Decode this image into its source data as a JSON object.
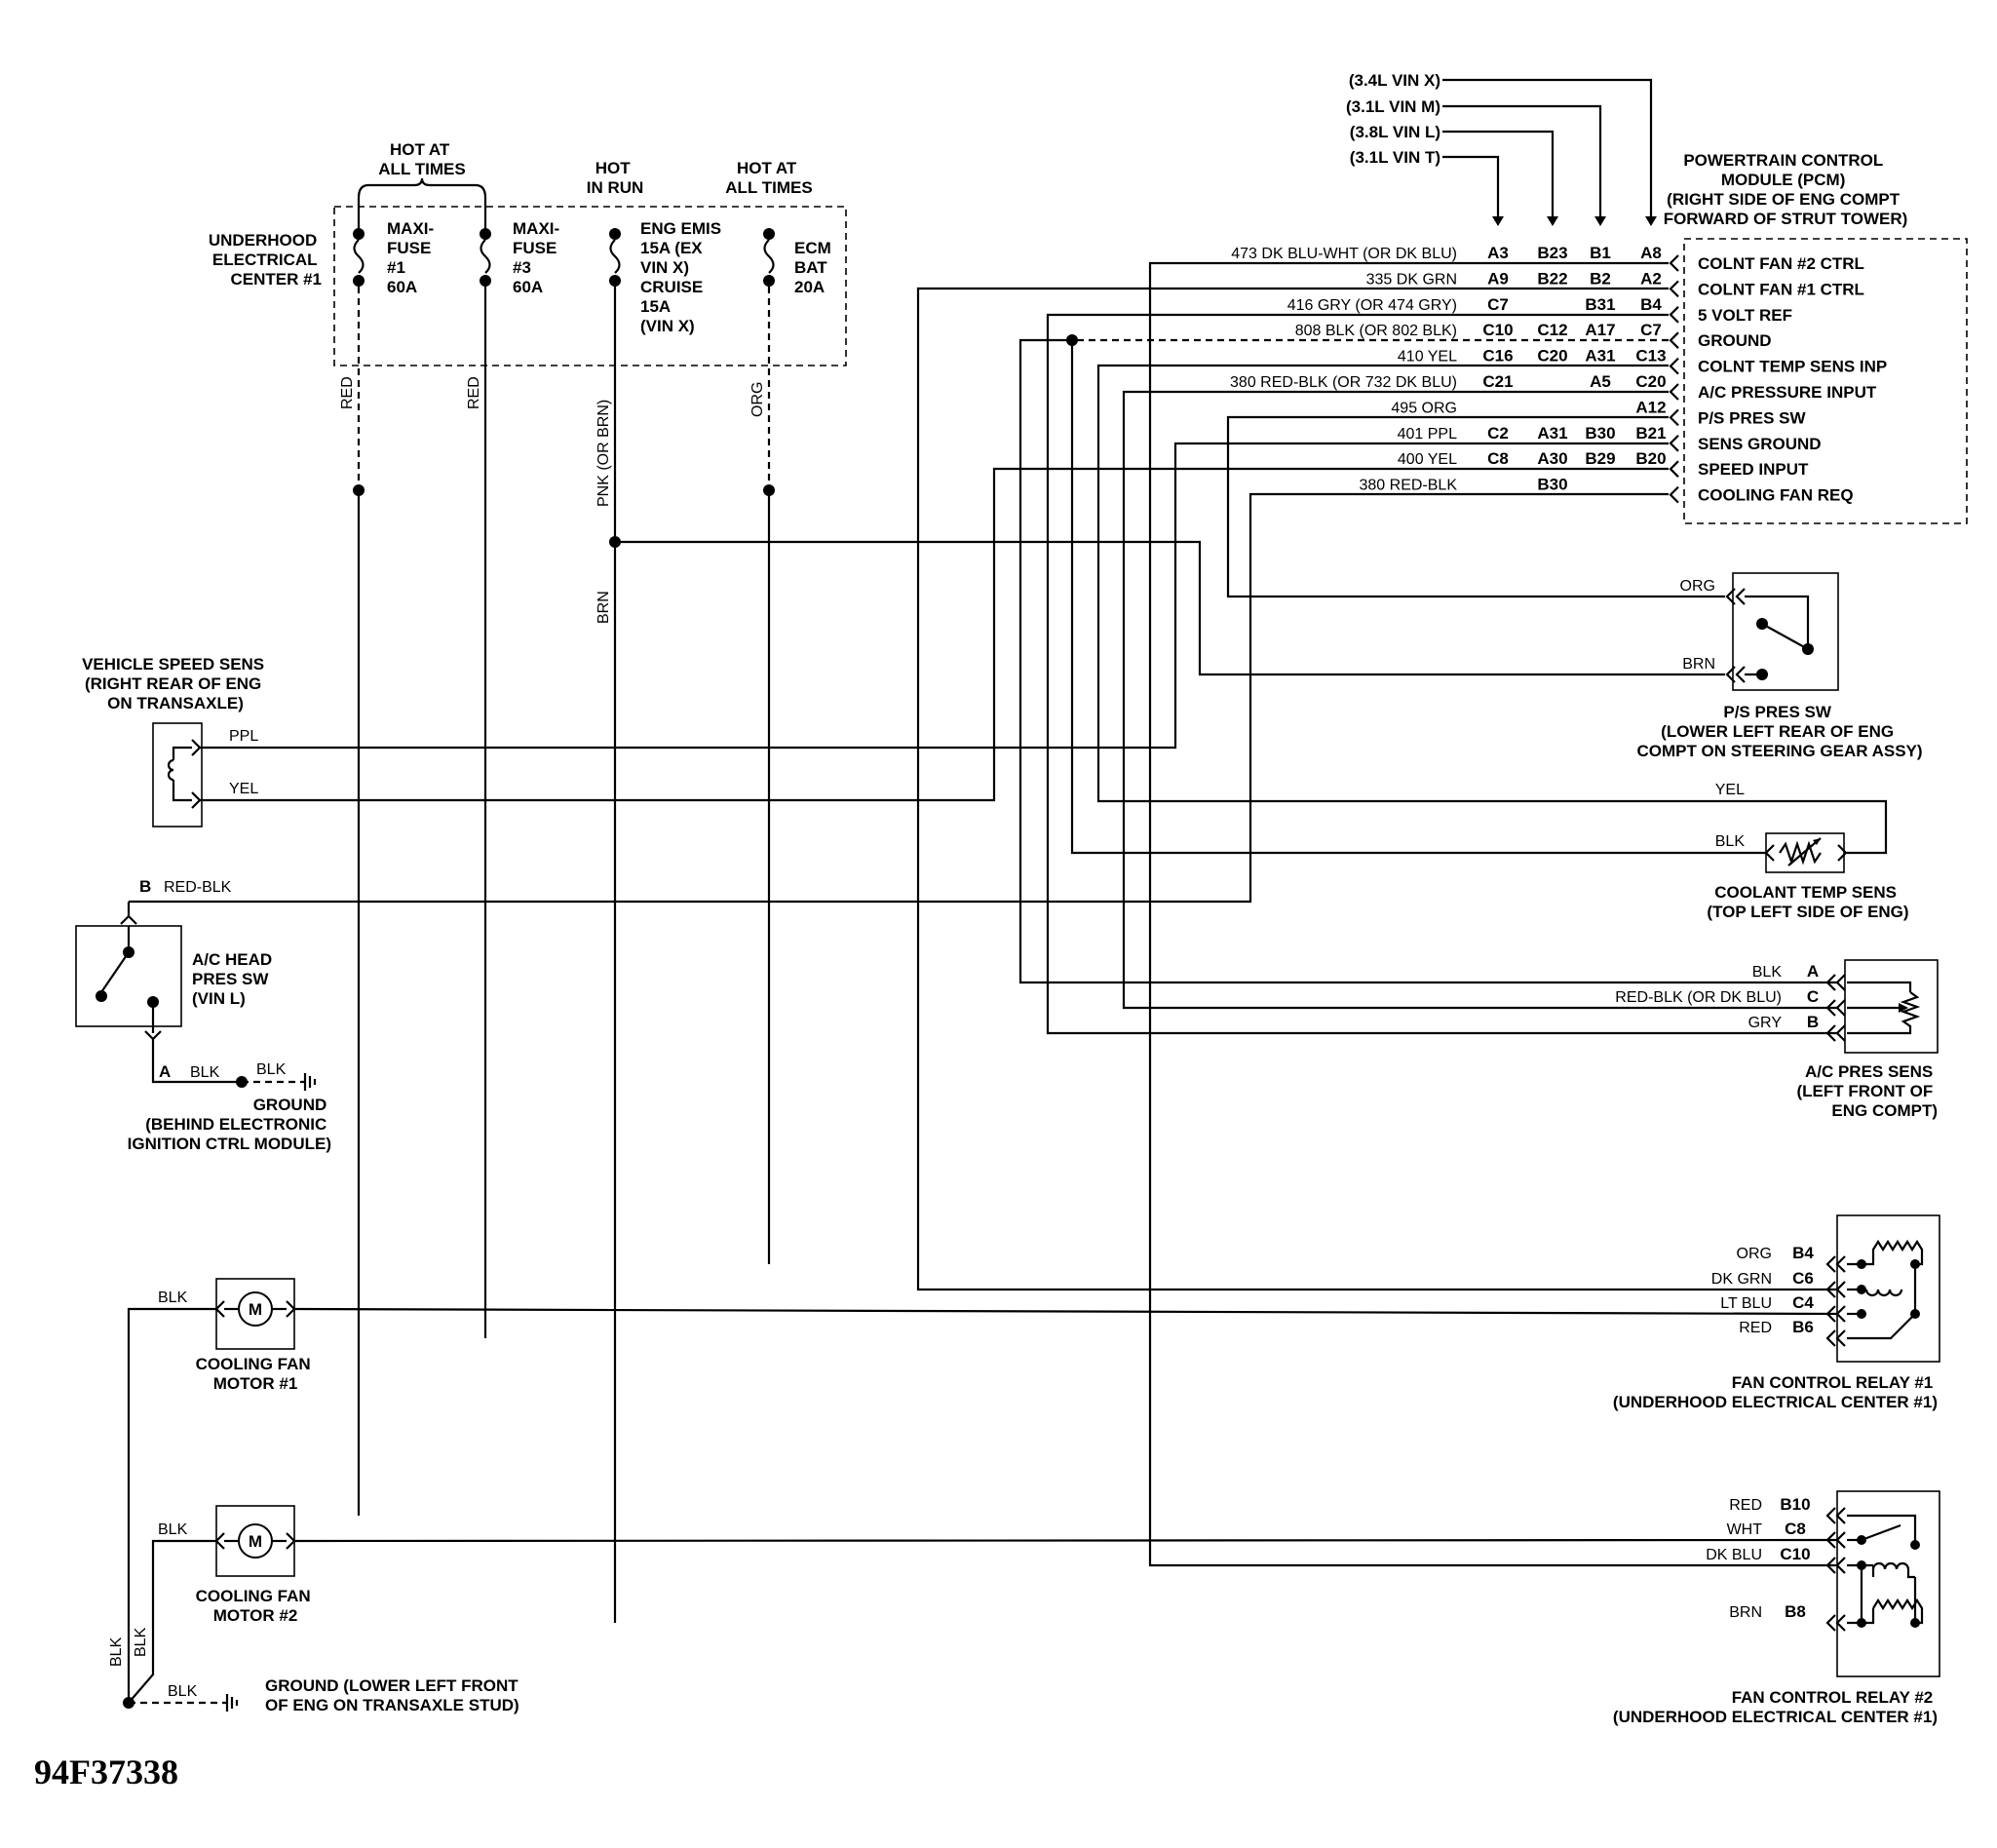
{
  "figure_code": "94F37338",
  "underhood": {
    "title": [
      "UNDERHOOD",
      "ELECTRICAL",
      "CENTER #1"
    ],
    "hot_all_times_1": [
      "HOT AT",
      "ALL TIMES"
    ],
    "hot_in_run": [
      "HOT",
      "IN RUN"
    ],
    "hot_all_times_2": [
      "HOT AT",
      "ALL TIMES"
    ],
    "fuse1": [
      "MAXI-",
      "FUSE",
      "#1",
      "60A"
    ],
    "fuse3": [
      "MAXI-",
      "FUSE",
      "#3",
      "60A"
    ],
    "fuse_emis": [
      "ENG EMIS",
      "15A (EX",
      "VIN X)",
      "CRUISE",
      "15A",
      "(VIN X)"
    ],
    "fuse_ecm": [
      "ECM",
      "BAT",
      "20A"
    ]
  },
  "vertical_wires": {
    "red1": "RED",
    "red2": "RED",
    "pnk": "PNK (OR BRN)",
    "org": "ORG",
    "brn": "BRN"
  },
  "vin_labels": [
    "(3.4L VIN X)",
    "(3.1L VIN M)",
    "(3.8L VIN L)",
    "(3.1L VIN T)"
  ],
  "pcm": {
    "title": [
      "POWERTRAIN CONTROL",
      "MODULE (PCM)",
      "(RIGHT SIDE OF ENG COMPT",
      "FORWARD OF STRUT TOWER)"
    ],
    "rows": [
      {
        "wire": "473 DK BLU-WHT (OR DK BLU)",
        "p1": "A3",
        "p2": "B23",
        "p3": "B1",
        "p4": "A8",
        "func": "COLNT FAN #2 CTRL"
      },
      {
        "wire": "335 DK GRN",
        "p1": "A9",
        "p2": "B22",
        "p3": "B2",
        "p4": "A2",
        "func": "COLNT FAN #1 CTRL"
      },
      {
        "wire": "416 GRY (OR 474 GRY)",
        "p1": "C7",
        "p2": "",
        "p3": "B31",
        "p4": "B4",
        "func": "5 VOLT REF"
      },
      {
        "wire": "808 BLK (OR 802 BLK)",
        "p1": "C10",
        "p2": "C12",
        "p3": "A17",
        "p4": "C7",
        "func": "GROUND"
      },
      {
        "wire": "410 YEL",
        "p1": "C16",
        "p2": "C20",
        "p3": "A31",
        "p4": "C13",
        "func": "COLNT TEMP SENS INP"
      },
      {
        "wire": "380 RED-BLK (OR 732 DK BLU)",
        "p1": "C21",
        "p2": "",
        "p3": "A5",
        "p4": "C20",
        "func": "A/C PRESSURE INPUT"
      },
      {
        "wire": "495 ORG",
        "p1": "",
        "p2": "",
        "p3": "",
        "p4": "A12",
        "func": "P/S PRES SW"
      },
      {
        "wire": "401 PPL",
        "p1": "C2",
        "p2": "A31",
        "p3": "B30",
        "p4": "B21",
        "func": "SENS GROUND"
      },
      {
        "wire": "400 YEL",
        "p1": "C8",
        "p2": "A30",
        "p3": "B29",
        "p4": "B20",
        "func": "SPEED INPUT"
      },
      {
        "wire": "380 RED-BLK",
        "p1": "",
        "p2": "B30",
        "p3": "",
        "p4": "",
        "func": "COOLING FAN REQ"
      }
    ]
  },
  "vss": {
    "title": [
      "VEHICLE SPEED SENS",
      "(RIGHT REAR OF ENG",
      "ON TRANSAXLE)"
    ],
    "w1": "PPL",
    "w2": "YEL"
  },
  "acsw": {
    "title": [
      "A/C HEAD",
      "PRES SW",
      "(VIN L)"
    ],
    "top_pin": "B",
    "top_wire": "RED-BLK",
    "bot_pin": "A",
    "bot_wire1": "BLK",
    "bot_wire2": "BLK"
  },
  "ground1": [
    "GROUND",
    "(BEHIND ELECTRONIC",
    "IGNITION CTRL MODULE)"
  ],
  "ps_sw": {
    "title": [
      "P/S PRES SW",
      "(LOWER LEFT REAR OF ENG",
      "COMPT ON STEERING GEAR ASSY)"
    ],
    "w1": "ORG",
    "w2": "BRN"
  },
  "cts": {
    "title": [
      "COOLANT TEMP SENS",
      "(TOP LEFT SIDE OF ENG)"
    ],
    "w1": "YEL",
    "w2": "BLK"
  },
  "acps": {
    "title": [
      "A/C PRES SENS",
      "(LEFT FRONT OF",
      "ENG COMPT)"
    ],
    "rows": [
      {
        "wire": "BLK",
        "pin": "A"
      },
      {
        "wire": "RED-BLK (OR DK BLU)",
        "pin": "C"
      },
      {
        "wire": "GRY",
        "pin": "B"
      }
    ]
  },
  "relay1": {
    "title": [
      "FAN CONTROL RELAY #1",
      "(UNDERHOOD ELECTRICAL CENTER #1)"
    ],
    "rows": [
      {
        "wire": "ORG",
        "pin": "B4"
      },
      {
        "wire": "DK GRN",
        "pin": "C6"
      },
      {
        "wire": "LT BLU",
        "pin": "C4"
      },
      {
        "wire": "RED",
        "pin": "B6"
      }
    ]
  },
  "relay2": {
    "title": [
      "FAN CONTROL RELAY #2",
      "(UNDERHOOD ELECTRICAL CENTER #1)"
    ],
    "rows": [
      {
        "wire": "RED",
        "pin": "B10"
      },
      {
        "wire": "WHT",
        "pin": "C8"
      },
      {
        "wire": "DK BLU",
        "pin": "C10"
      },
      {
        "wire": "BRN",
        "pin": "B8"
      }
    ]
  },
  "fan1": {
    "title": [
      "COOLING FAN",
      "MOTOR #1"
    ],
    "wire": "BLK",
    "symbol": "M"
  },
  "fan2": {
    "title": [
      "COOLING FAN",
      "MOTOR #2"
    ],
    "wire": "BLK",
    "symbol": "M"
  },
  "fan_ground_wires": {
    "v1": "BLK",
    "v2": "BLK",
    "h": "BLK"
  },
  "ground2": [
    "GROUND (LOWER LEFT FRONT",
    "OF ENG ON TRANSAXLE STUD)"
  ]
}
